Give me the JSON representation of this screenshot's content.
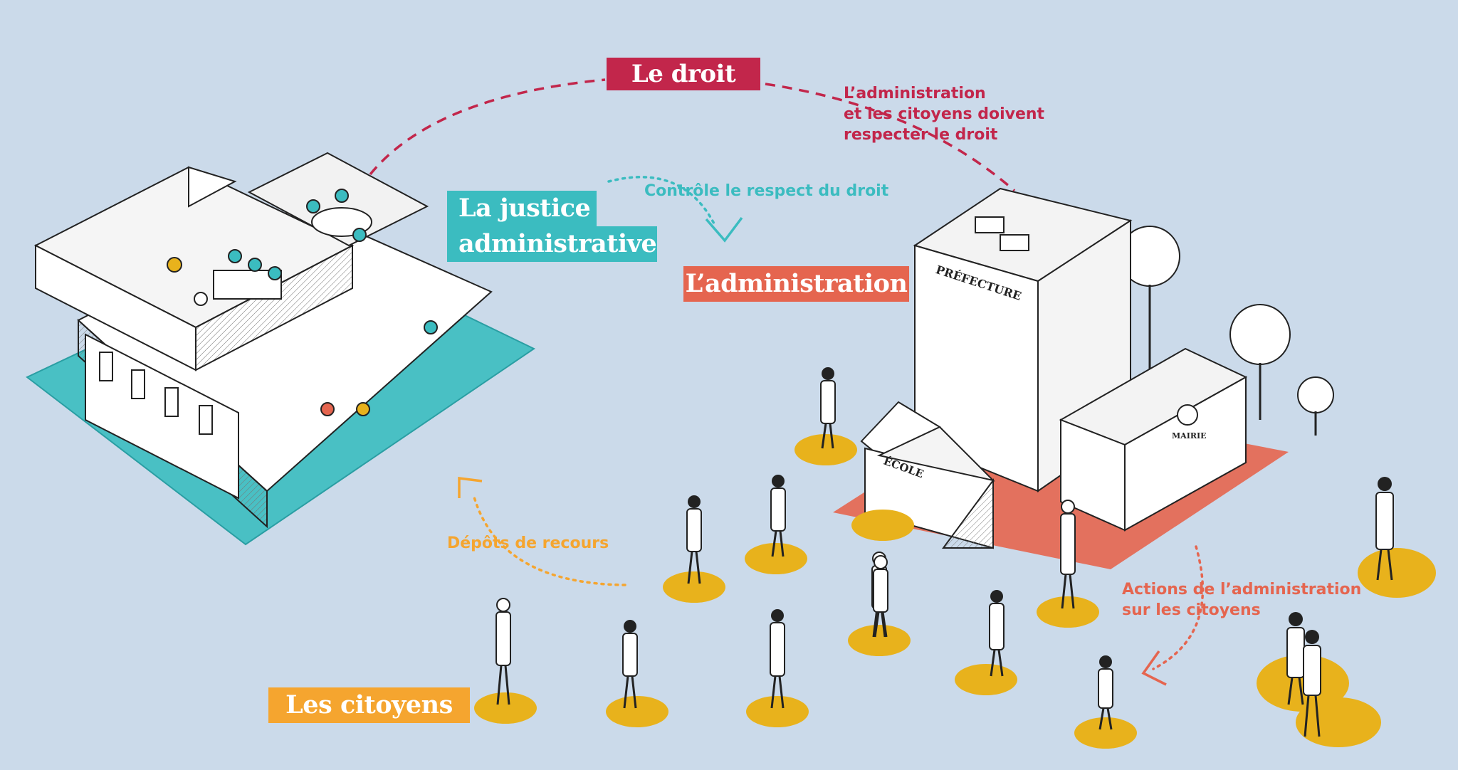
{
  "labels": {
    "droit": "Le droit",
    "justice_line1": "La justice",
    "justice_line2": "administrative",
    "administration": "L’administration",
    "citoyens": "Les citoyens"
  },
  "annotations": {
    "droit_note_line1": "L’administration",
    "droit_note_line2": "et les citoyens doivent",
    "droit_note_line3": "respecter le droit",
    "controle": "Contrôle le respect du droit",
    "recours": "Dépôts de recours",
    "actions_line1": "Actions de l’administration",
    "actions_line2": "sur les citoyens"
  },
  "building_signs": {
    "prefecture": "PRÉFECTURE",
    "ecole": "ÉCOLE",
    "mairie": "MAIRIE"
  },
  "colors": {
    "background": "#cbdaea",
    "droit": "#c2264b",
    "justice": "#3bbcc0",
    "administration": "#e5654f",
    "citoyens": "#f5a52f",
    "citizen_disc": "#e8b21c"
  },
  "icons": [
    "courthouse-illustration",
    "prefecture-building",
    "school-building",
    "town-hall-building",
    "tree-icon",
    "citizen-figure"
  ]
}
